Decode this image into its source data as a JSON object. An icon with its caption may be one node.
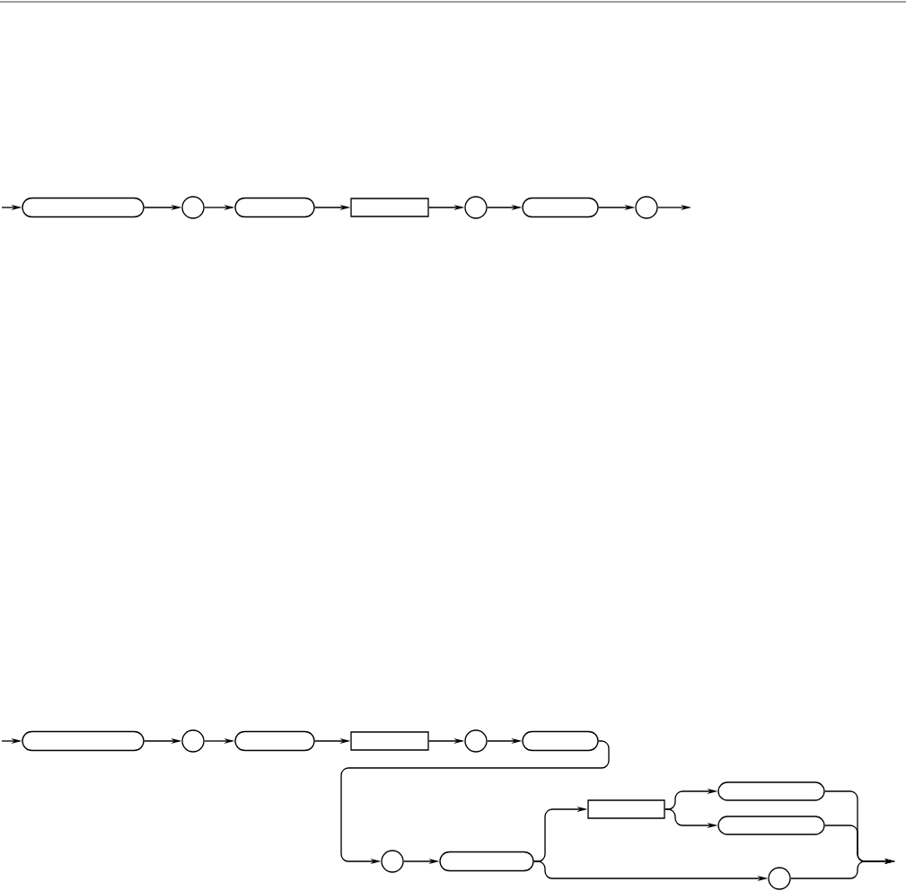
{
  "diagram": {
    "nodes": [
      {
        "text": [],
        "shape": "capsule"
      },
      {
        "text": [],
        "shape": "circle"
      },
      {
        "text": [],
        "shape": "capsule"
      },
      {
        "text": [],
        "shape": "box"
      },
      {
        "text": [],
        "shape": "circle"
      },
      {
        "text": [],
        "shape": "capsule"
      },
      {
        "text": [],
        "shape": "circle"
      },
      {
        "text": [],
        "shape": "capsule"
      },
      {
        "text": [],
        "shape": "circle"
      },
      {
        "text": [],
        "shape": "capsule"
      },
      {
        "text": [],
        "shape": "box"
      },
      {
        "text": [],
        "shape": "circle"
      },
      {
        "text": [],
        "shape": "capsule"
      },
      {
        "text": [],
        "shape": "circle"
      },
      {
        "text": [],
        "shape": "capsule"
      },
      {
        "text": [],
        "shape": "box"
      },
      {
        "text": [],
        "shape": "capsule"
      },
      {
        "text": [],
        "shape": "capsule"
      },
      {
        "text": [],
        "shape": "circle"
      }
    ],
    "edges": [
      {
        "from": null,
        "to": 0,
        "arrow": "to"
      },
      {
        "from": 0,
        "to": 1,
        "arrow": "to"
      },
      {
        "from": 1,
        "to": 2,
        "arrow": "to"
      },
      {
        "from": 2,
        "to": 3,
        "arrow": "to"
      },
      {
        "from": 3,
        "to": 4,
        "arrow": "to"
      },
      {
        "from": 4,
        "to": 5,
        "arrow": "to"
      },
      {
        "from": 5,
        "to": 6,
        "arrow": "to"
      },
      {
        "from": 6,
        "to": null,
        "arrow": "to"
      },
      {
        "from": null,
        "to": 7,
        "arrow": "to"
      },
      {
        "from": 7,
        "to": 8,
        "arrow": "to"
      },
      {
        "from": 8,
        "to": 9,
        "arrow": "to"
      },
      {
        "from": 9,
        "to": 10,
        "arrow": "to"
      },
      {
        "from": 10,
        "to": 11,
        "arrow": "to"
      },
      {
        "from": 11,
        "to": 12,
        "arrow": "to"
      },
      {
        "from": 12,
        "to": 13,
        "arrow": "to"
      },
      {
        "from": 13,
        "to": 14,
        "arrow": "to"
      },
      {
        "from": 14,
        "to": 15,
        "arrow": "to"
      },
      {
        "from": 14,
        "to": 18,
        "arrow": "to"
      },
      {
        "from": 15,
        "to": 16,
        "arrow": "to"
      },
      {
        "from": 15,
        "to": 17,
        "arrow": "to"
      },
      {
        "from": 16,
        "to": null,
        "arrow": "to"
      },
      {
        "from": 17,
        "to": null,
        "arrow": "to"
      },
      {
        "from": 18,
        "to": null,
        "arrow": "to"
      }
    ]
  }
}
